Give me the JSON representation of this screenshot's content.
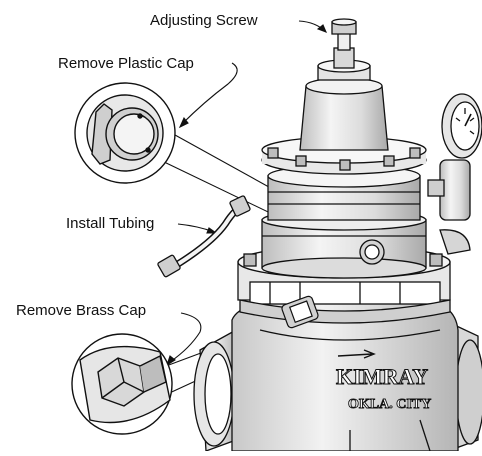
{
  "callouts": {
    "adjusting_screw": "Adjusting Screw",
    "remove_plastic_cap": "Remove Plastic Cap",
    "install_tubing": "Install Tubing",
    "remove_brass_cap": "Remove Brass Cap"
  },
  "body_markings": {
    "brand": "KIMRAY",
    "city": "OKLA. CITY"
  },
  "colors": {
    "ink": "#111111",
    "shade_light": "#eeeeee",
    "shade_mid": "#cfcfcf",
    "shade_dark": "#a9a9a9",
    "paper": "#ffffff"
  }
}
